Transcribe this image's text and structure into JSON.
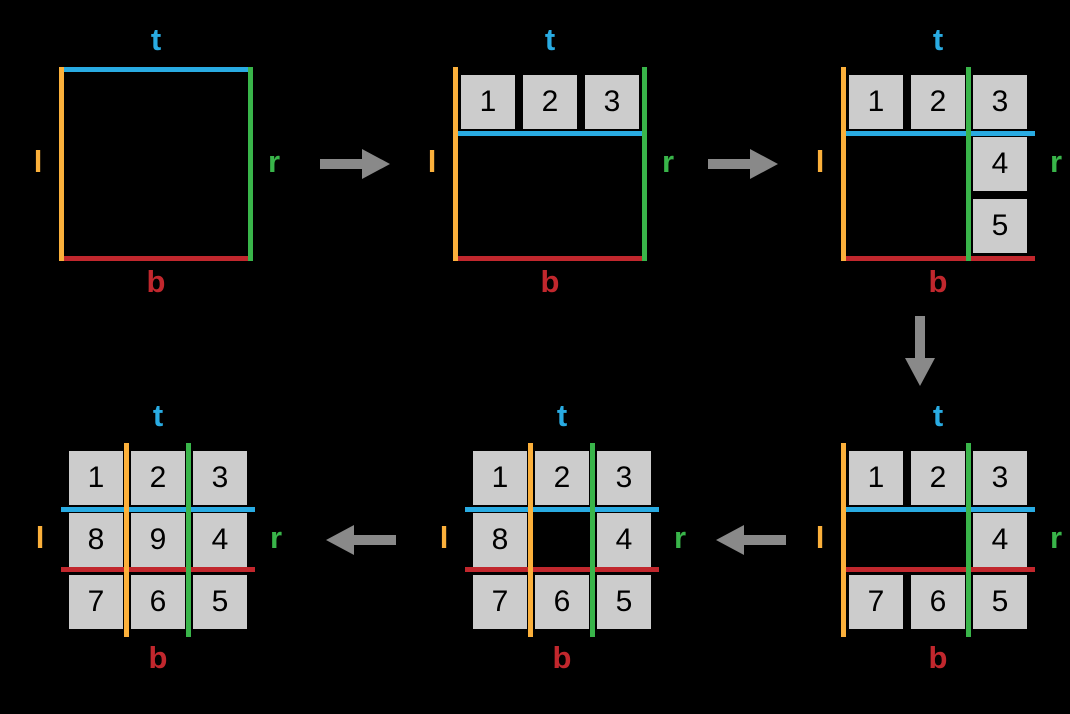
{
  "colors": {
    "top": "#29ABE2",
    "bottom": "#C1272D",
    "left": "#FBB03B",
    "right": "#39B54A",
    "cell_bg": "#CCCCCC",
    "cell_border": "#000000",
    "number": "#000000",
    "arrow": "#898989",
    "background": "#000000"
  },
  "labels": {
    "top": "t",
    "bottom": "b",
    "left": "l",
    "right": "r"
  },
  "panels": [
    {
      "id": "step-1",
      "position": "top-left",
      "cells": [],
      "lines": {
        "top": "outer-top",
        "bottom": "outer-bottom",
        "left": "outer-left",
        "right": "outer-right"
      }
    },
    {
      "id": "step-2",
      "position": "top-middle",
      "cells": [
        {
          "row": 0,
          "col": 0,
          "value": "1"
        },
        {
          "row": 0,
          "col": 1,
          "value": "2"
        },
        {
          "row": 0,
          "col": 2,
          "value": "3"
        }
      ],
      "lines": {
        "top": "below-row-1",
        "bottom": "outer-bottom",
        "left": "outer-left",
        "right": "outer-right"
      }
    },
    {
      "id": "step-3",
      "position": "top-right",
      "cells": [
        {
          "row": 0,
          "col": 0,
          "value": "1"
        },
        {
          "row": 0,
          "col": 1,
          "value": "2"
        },
        {
          "row": 0,
          "col": 2,
          "value": "3"
        },
        {
          "row": 1,
          "col": 2,
          "value": "4"
        },
        {
          "row": 2,
          "col": 2,
          "value": "5"
        }
      ],
      "lines": {
        "top": "below-row-1",
        "bottom": "outer-bottom",
        "left": "outer-left",
        "right": "left-of-col-3"
      }
    },
    {
      "id": "step-4",
      "position": "bottom-right",
      "cells": [
        {
          "row": 0,
          "col": 0,
          "value": "1"
        },
        {
          "row": 0,
          "col": 1,
          "value": "2"
        },
        {
          "row": 0,
          "col": 2,
          "value": "3"
        },
        {
          "row": 1,
          "col": 2,
          "value": "4"
        },
        {
          "row": 2,
          "col": 0,
          "value": "7"
        },
        {
          "row": 2,
          "col": 1,
          "value": "6"
        },
        {
          "row": 2,
          "col": 2,
          "value": "5"
        }
      ],
      "lines": {
        "top": "below-row-1",
        "bottom": "above-row-3",
        "left": "outer-left",
        "right": "left-of-col-3"
      }
    },
    {
      "id": "step-5",
      "position": "bottom-middle",
      "cells": [
        {
          "row": 0,
          "col": 0,
          "value": "1"
        },
        {
          "row": 0,
          "col": 1,
          "value": "2"
        },
        {
          "row": 0,
          "col": 2,
          "value": "3"
        },
        {
          "row": 1,
          "col": 0,
          "value": "8"
        },
        {
          "row": 1,
          "col": 2,
          "value": "4"
        },
        {
          "row": 2,
          "col": 0,
          "value": "7"
        },
        {
          "row": 2,
          "col": 1,
          "value": "6"
        },
        {
          "row": 2,
          "col": 2,
          "value": "5"
        }
      ],
      "lines": {
        "top": "below-row-1",
        "bottom": "above-row-3",
        "left": "right-of-col-1",
        "right": "left-of-col-3"
      }
    },
    {
      "id": "step-6",
      "position": "bottom-left",
      "cells": [
        {
          "row": 0,
          "col": 0,
          "value": "1"
        },
        {
          "row": 0,
          "col": 1,
          "value": "2"
        },
        {
          "row": 0,
          "col": 2,
          "value": "3"
        },
        {
          "row": 1,
          "col": 0,
          "value": "8"
        },
        {
          "row": 1,
          "col": 1,
          "value": "9"
        },
        {
          "row": 1,
          "col": 2,
          "value": "4"
        },
        {
          "row": 2,
          "col": 0,
          "value": "7"
        },
        {
          "row": 2,
          "col": 1,
          "value": "6"
        },
        {
          "row": 2,
          "col": 2,
          "value": "5"
        }
      ],
      "lines": {
        "top": "below-row-1",
        "bottom": "above-row-3",
        "left": "right-of-col-1",
        "right": "left-of-col-3"
      }
    }
  ],
  "arrows": [
    {
      "from": "step-1",
      "to": "step-2",
      "direction": "right"
    },
    {
      "from": "step-2",
      "to": "step-3",
      "direction": "right"
    },
    {
      "from": "step-3",
      "to": "step-4",
      "direction": "down"
    },
    {
      "from": "step-4",
      "to": "step-5",
      "direction": "left"
    },
    {
      "from": "step-5",
      "to": "step-6",
      "direction": "left"
    }
  ]
}
